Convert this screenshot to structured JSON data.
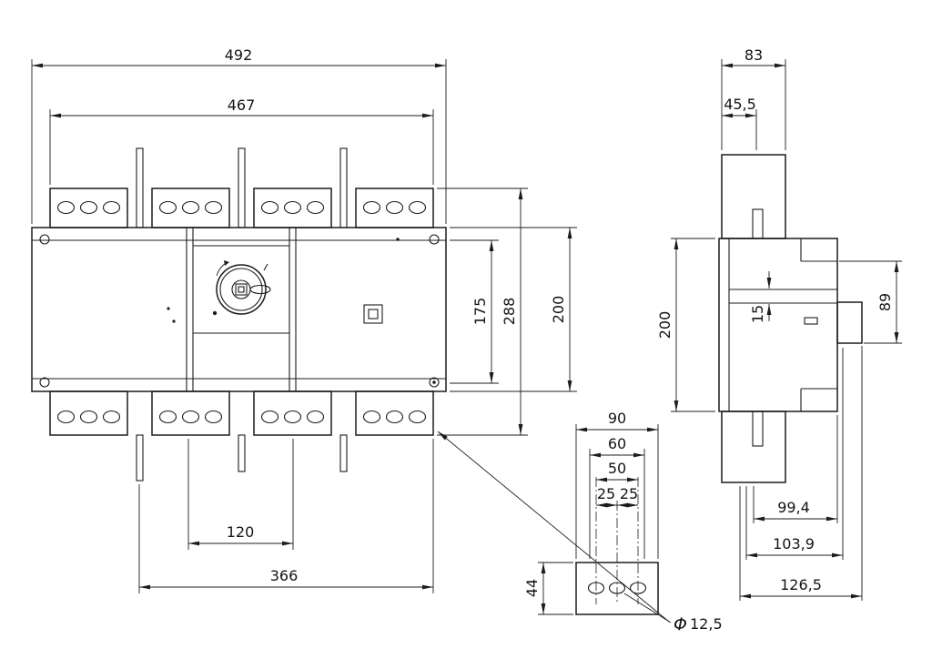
{
  "front": {
    "overall_width": "492",
    "terminal_width": "467",
    "body_height": "175",
    "overall_height": "288",
    "mid_height": "200",
    "pole_pitch": "120",
    "base_width": "366"
  },
  "side": {
    "top_depth": "83",
    "front_depth": "45,5",
    "body_height": "200",
    "plate_offset": "15",
    "lug_height": "89",
    "depth_1": "99,4",
    "depth_2": "103,9",
    "depth_3": "126,5"
  },
  "detail": {
    "width": "90",
    "inner_width": "60",
    "hole_span": "50",
    "pitch_left": "25",
    "pitch_right": "25",
    "height": "44",
    "dia_symbol": "Φ",
    "dia_value": "12,5"
  }
}
